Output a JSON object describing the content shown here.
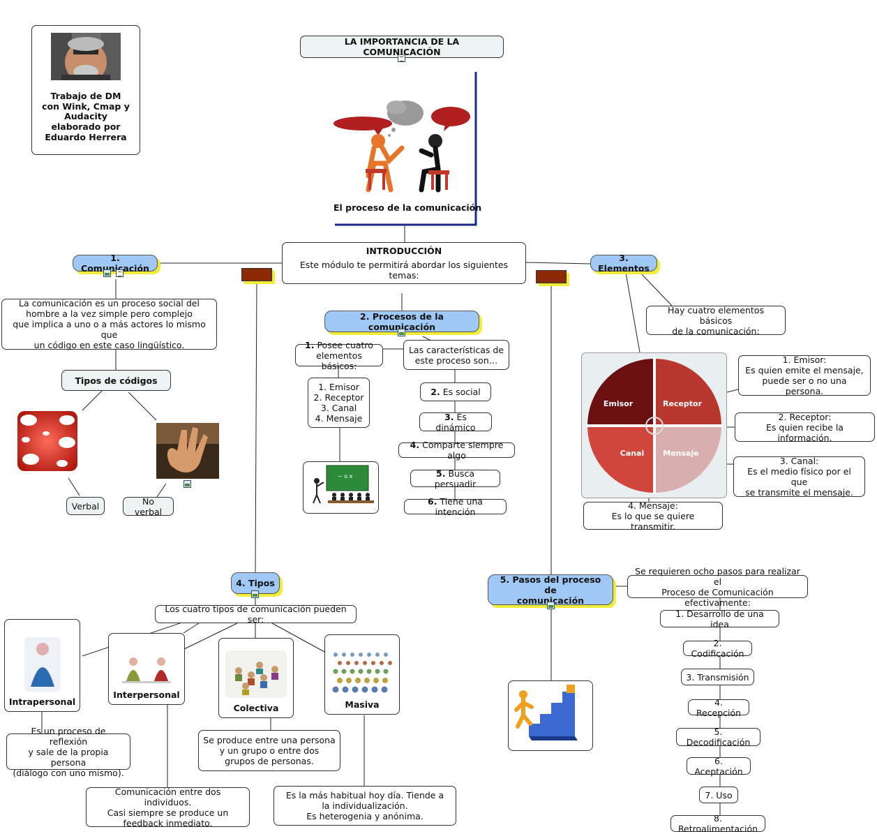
{
  "author": {
    "text": "Trabajo de DM\ncon Wink, Cmap y\nAudacity\nelaborado por\nEduardo Herrera"
  },
  "title": "LA IMPORTANCIA DE LA COMUNICACIÓN",
  "process_caption": "El proceso de la comunicación",
  "intro": {
    "heading": "INTRODUCCIÓN",
    "text": "Este módulo te permitirá abordar los siguientes temas:"
  },
  "comunicacion": {
    "label": "1. Comunicación",
    "definition": "La comunicación es un proceso social del\nhombre a la vez simple pero complejo\nque implica a uno o a más actores lo mismo que\nun código en este caso lingüístico.",
    "codes_label": "Tipos de códigos",
    "verbal": "Verbal",
    "noverbal": "No verbal"
  },
  "procesos": {
    "label": "2. Procesos de la comunicación",
    "four_num": "1.",
    "four": "Posee cuatro\nelementos básicos:",
    "four_list": "1. Emisor\n2. Receptor\n3. Canal\n4. Mensaje",
    "caract": "Las características  de\neste proceso son…",
    "items": [
      {
        "num": "2.",
        "text": "Es social"
      },
      {
        "num": "3.",
        "text": "Es dinámico"
      },
      {
        "num": "4.",
        "text": "Comparte siempre algo"
      },
      {
        "num": "5.",
        "text": "Busca persuadir"
      },
      {
        "num": "6.",
        "text": "Tiene una intención"
      }
    ]
  },
  "elementos": {
    "label": "3. Elementos",
    "intro": "Hay cuatro elementos básicos\nde la comunicación:",
    "quadrants": [
      "Emisor",
      "Receptor",
      "Canal",
      "Mensaje"
    ],
    "emisor": "1. Emisor:\nEs quien emite el mensaje,\npuede ser o no una persona.",
    "receptor": "2. Receptor:\nEs quien recibe la información.",
    "canal": "3. Canal:\nEs el medio físico por el que\nse transmite el mensaje.",
    "mensaje": "4. Mensaje:\nEs lo que se quiere transmitir."
  },
  "tipos": {
    "label": "4. Tipos",
    "intro": "Los cuatro tipos de comunicación pueden ser:",
    "intrapersonal": "Intrapersonal",
    "interpersonal": "Interpersonal",
    "colectiva": "Colectiva",
    "masiva": "Masiva",
    "intra_desc": "Es un proceso de reflexión\ny sale de la propia persona\n(diálogo con uno mismo).",
    "inter_desc": "Comunicación entre dos individuos.\nCasi siempre se produce un\nfeedback inmediato.",
    "colec_desc": "Se produce entre una persona\ny un grupo o entre dos\ngrupos de personas.",
    "masiva_desc": "Es la más habitual hoy día. Tiende a\nla individualización.\nEs heterogenia y anónima."
  },
  "pasos": {
    "label": "5. Pasos del proceso de\ncomunicación",
    "intro": "Se requieren ocho pasos para realizar el\nProceso de Comunicación efectivamente:",
    "steps": [
      "1. Desarrollo de una idea",
      "2. Codificación",
      "3. Transmisión",
      "4. Recepción",
      "5. Decodificación",
      "6. Aceptación",
      "7. Uso",
      "8. Retroalimentación"
    ]
  },
  "colors": {
    "node_blue": "#9fc8f5",
    "shadow_yellow": "#f1ec3a",
    "brown": "#8b2a05",
    "navy": "#1a2a8a",
    "red": "#b02020"
  }
}
